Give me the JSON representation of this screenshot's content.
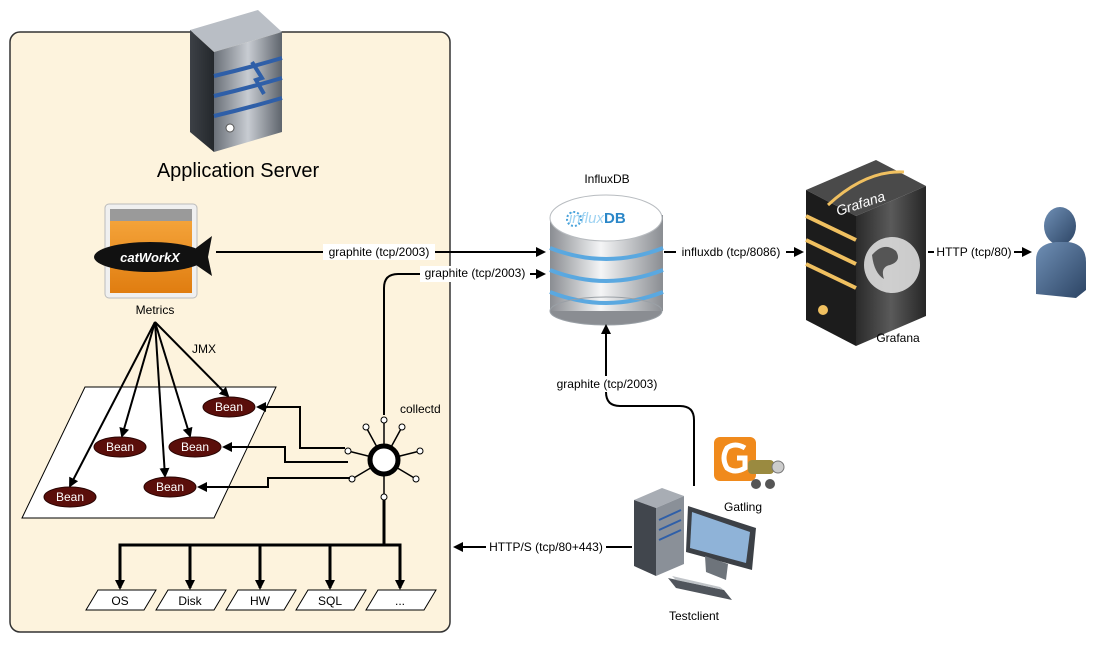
{
  "app_server": {
    "title": "Application Server"
  },
  "catworkx": {
    "logo_text": "catWorkX",
    "label": "Metrics"
  },
  "jmx": {
    "label": "JMX"
  },
  "beans": [
    "Bean",
    "Bean",
    "Bean",
    "Bean",
    "Bean"
  ],
  "collectd": {
    "label": "collectd"
  },
  "sources": [
    "OS",
    "Disk",
    "HW",
    "SQL",
    "..."
  ],
  "influxdb": {
    "label": "InfluxDB",
    "logo_text_1": "influx",
    "logo_text_2": "DB"
  },
  "grafana": {
    "label": "Grafana",
    "logo_text": "Grafana"
  },
  "gatling": {
    "label": "Gatling"
  },
  "testclient": {
    "label": "Testclient"
  },
  "edges": {
    "catworkx_to_influx": "graphite (tcp/2003)",
    "collectd_to_influx": "graphite (tcp/2003)",
    "influx_to_grafana": "influxdb (tcp/8086)",
    "grafana_to_user": "HTTP (tcp/80)",
    "gatling_to_influx": "graphite (tcp/2003)",
    "testclient_to_server": "HTTP/S (tcp/80+443)"
  },
  "colors": {
    "server_panel": "#fdf3dd",
    "server_border": "#333333",
    "catworkx_orange": "#f29422",
    "bean_fill": "#5a0e0a",
    "influx_blue": "#5aa8e0",
    "grafana_yellow": "#f0c060",
    "user_blue": "#3a5a80",
    "gatling_orange": "#f08a1c"
  }
}
